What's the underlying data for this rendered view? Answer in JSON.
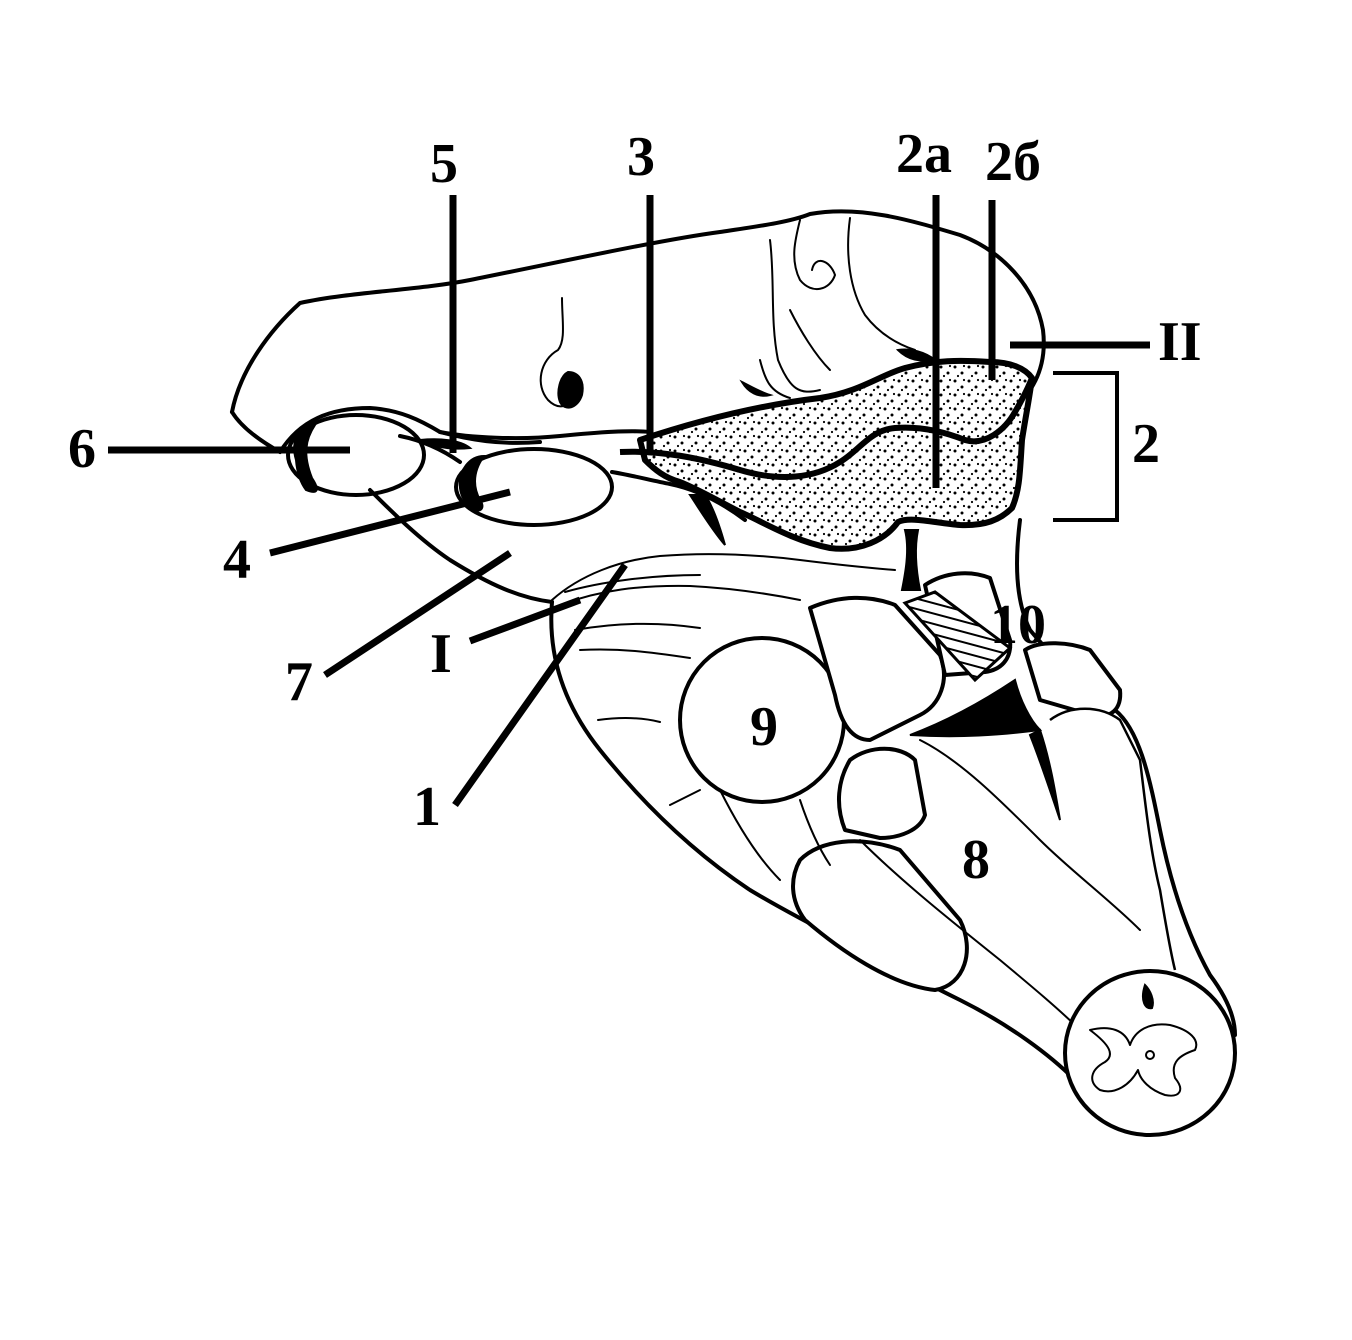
{
  "labels": {
    "l5": "5",
    "l3": "3",
    "l2a": "2а",
    "l2b": "2б",
    "lII": "II",
    "l2": "2",
    "l6": "6",
    "l4": "4",
    "l7": "7",
    "lI": "I",
    "l1": "1",
    "l9": "9",
    "l10": "10",
    "l8": "8"
  },
  "colors": {
    "ink": "#000000",
    "paper": "#ffffff"
  }
}
